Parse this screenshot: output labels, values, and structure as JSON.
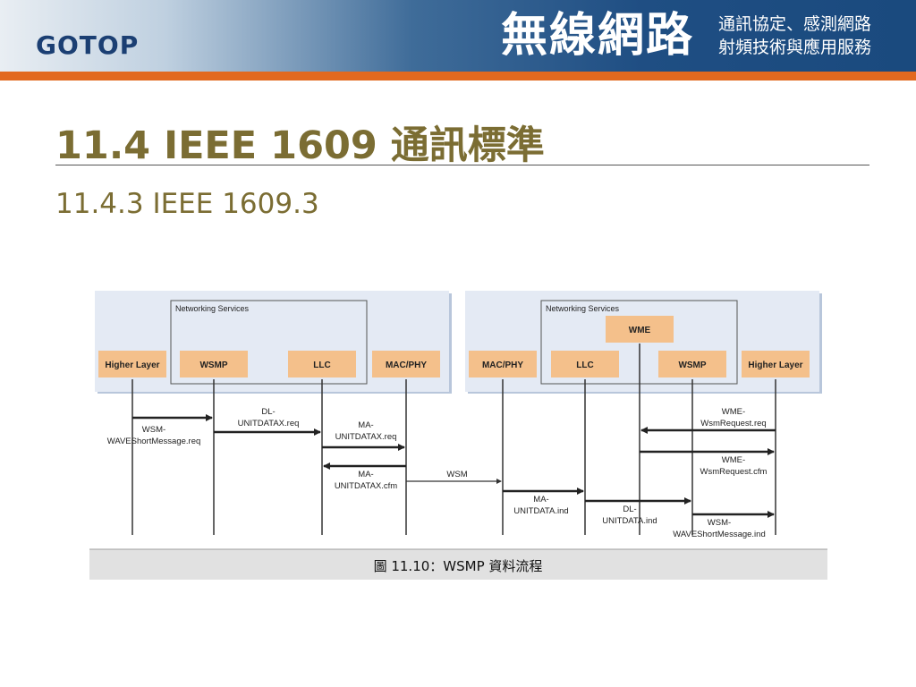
{
  "header": {
    "logo": "GOTOP",
    "book_title": "無線網路",
    "book_subtitle_line1": "通訊協定、感測網路",
    "book_subtitle_line2": "射頻技術與應用服務"
  },
  "slide": {
    "title": "11.4  IEEE 1609 通訊標準",
    "subtitle": "11.4.3  IEEE 1609.3"
  },
  "figure": {
    "caption": "圖 11.10：WSMP 資料流程",
    "left_stack": {
      "group_label": "Networking Services",
      "blocks": [
        "Higher Layer",
        "WSMP",
        "LLC",
        "MAC/PHY"
      ]
    },
    "right_stack": {
      "group_label": "Networking Services",
      "wme": "WME",
      "blocks": [
        "MAC/PHY",
        "LLC",
        "WSMP",
        "Higher Layer"
      ]
    },
    "messages": {
      "wsm_req_1": "WSM-",
      "wsm_req_2": "WAVEShortMessage.req",
      "dl_req_1": "DL-",
      "dl_req_2": "UNITDATAX.req",
      "ma_req_1": "MA-",
      "ma_req_2": "UNITDATAX.req",
      "ma_cfm_1": "MA-",
      "ma_cfm_2": "UNITDATAX.cfm",
      "wsm": "WSM",
      "ma_ind_1": "MA-",
      "ma_ind_2": "UNITDATA.ind",
      "dl_ind_1": "DL-",
      "dl_ind_2": "UNITDATA.ind",
      "wsm_ind_1": "WSM-",
      "wsm_ind_2": "WAVEShortMessage.ind",
      "wme_req_1": "WME-",
      "wme_req_2": "WsmRequest.req",
      "wme_cfm_1": "WME-",
      "wme_cfm_2": "WsmRequest.cfm"
    },
    "colors": {
      "block_fill": "#f4c08b",
      "panel_fill": "#e4eaf4",
      "panel_shadow": "#b8c6db",
      "caption_bar": "#e1e1e1"
    }
  }
}
